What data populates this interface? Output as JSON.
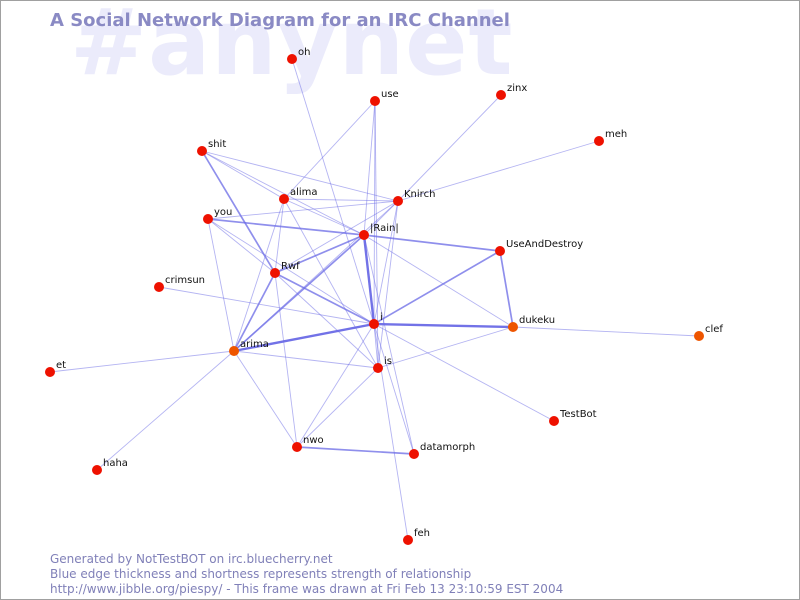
{
  "watermark": "#anynet",
  "title": "A Social Network Diagram for an IRC Channel",
  "colors": {
    "edge": "#6a6ae6",
    "node": "#ee1100",
    "node_alt": "#ee5500",
    "title": "#8a8ac4",
    "watermark": "#ebebfb"
  },
  "nodes": [
    {
      "id": "oh",
      "label": "oh"
    },
    {
      "id": "use",
      "label": "use"
    },
    {
      "id": "zinx",
      "label": "zinx"
    },
    {
      "id": "meh",
      "label": "meh"
    },
    {
      "id": "shit",
      "label": "shit"
    },
    {
      "id": "alima",
      "label": "alima"
    },
    {
      "id": "Knirch",
      "label": "Knirch"
    },
    {
      "id": "you",
      "label": "you"
    },
    {
      "id": "Rain",
      "label": "|Rain|"
    },
    {
      "id": "UseAndDestroy",
      "label": "UseAndDestroy"
    },
    {
      "id": "Rwf",
      "label": "Rwf"
    },
    {
      "id": "crimsun",
      "label": "crimsun"
    },
    {
      "id": "i",
      "label": "i"
    },
    {
      "id": "dukeku",
      "label": "dukeku",
      "alt": true
    },
    {
      "id": "clef",
      "label": "clef",
      "alt": true
    },
    {
      "id": "arima",
      "label": "arima",
      "alt": true
    },
    {
      "id": "et",
      "label": "et"
    },
    {
      "id": "is",
      "label": "is"
    },
    {
      "id": "TestBot",
      "label": "TestBot"
    },
    {
      "id": "nwo",
      "label": "nwo"
    },
    {
      "id": "datamorph",
      "label": "datamorph"
    },
    {
      "id": "haha",
      "label": "haha"
    },
    {
      "id": "feh",
      "label": "feh"
    }
  ],
  "edges": [
    {
      "from": "oh",
      "to": "i",
      "strength": 1
    },
    {
      "from": "use",
      "to": "alima",
      "strength": 1
    },
    {
      "from": "use",
      "to": "Rain",
      "strength": 1
    },
    {
      "from": "use",
      "to": "is",
      "strength": 1
    },
    {
      "from": "use",
      "to": "i",
      "strength": 1
    },
    {
      "from": "zinx",
      "to": "Knirch",
      "strength": 1
    },
    {
      "from": "meh",
      "to": "Knirch",
      "strength": 1
    },
    {
      "from": "shit",
      "to": "alima",
      "strength": 1
    },
    {
      "from": "shit",
      "to": "Knirch",
      "strength": 1
    },
    {
      "from": "shit",
      "to": "Rain",
      "strength": 1
    },
    {
      "from": "shit",
      "to": "Rwf",
      "strength": 2
    },
    {
      "from": "alima",
      "to": "Knirch",
      "strength": 1
    },
    {
      "from": "alima",
      "to": "Rain",
      "strength": 1
    },
    {
      "from": "alima",
      "to": "Rwf",
      "strength": 1
    },
    {
      "from": "alima",
      "to": "arima",
      "strength": 1
    },
    {
      "from": "alima",
      "to": "is",
      "strength": 1
    },
    {
      "from": "Knirch",
      "to": "you",
      "strength": 1
    },
    {
      "from": "Knirch",
      "to": "Rain",
      "strength": 1
    },
    {
      "from": "Knirch",
      "to": "Rwf",
      "strength": 1
    },
    {
      "from": "Knirch",
      "to": "i",
      "strength": 1
    },
    {
      "from": "Knirch",
      "to": "arima",
      "strength": 1
    },
    {
      "from": "Knirch",
      "to": "is",
      "strength": 1
    },
    {
      "from": "you",
      "to": "Rain",
      "strength": 2
    },
    {
      "from": "you",
      "to": "Rwf",
      "strength": 1
    },
    {
      "from": "you",
      "to": "i",
      "strength": 1
    },
    {
      "from": "you",
      "to": "arima",
      "strength": 1
    },
    {
      "from": "Rain",
      "to": "UseAndDestroy",
      "strength": 2
    },
    {
      "from": "Rain",
      "to": "Rwf",
      "strength": 2
    },
    {
      "from": "Rain",
      "to": "i",
      "strength": 3
    },
    {
      "from": "Rain",
      "to": "arima",
      "strength": 2
    },
    {
      "from": "Rain",
      "to": "dukeku",
      "strength": 1
    },
    {
      "from": "Rain",
      "to": "datamorph",
      "strength": 1
    },
    {
      "from": "UseAndDestroy",
      "to": "i",
      "strength": 2
    },
    {
      "from": "UseAndDestroy",
      "to": "dukeku",
      "strength": 2
    },
    {
      "from": "Rwf",
      "to": "i",
      "strength": 2
    },
    {
      "from": "Rwf",
      "to": "arima",
      "strength": 2
    },
    {
      "from": "Rwf",
      "to": "is",
      "strength": 1
    },
    {
      "from": "Rwf",
      "to": "nwo",
      "strength": 1
    },
    {
      "from": "crimsun",
      "to": "i",
      "strength": 1
    },
    {
      "from": "i",
      "to": "dukeku",
      "strength": 3
    },
    {
      "from": "i",
      "to": "arima",
      "strength": 3
    },
    {
      "from": "i",
      "to": "is",
      "strength": 1
    },
    {
      "from": "i",
      "to": "TestBot",
      "strength": 1
    },
    {
      "from": "i",
      "to": "nwo",
      "strength": 1
    },
    {
      "from": "i",
      "to": "datamorph",
      "strength": 1
    },
    {
      "from": "i",
      "to": "feh",
      "strength": 1
    },
    {
      "from": "dukeku",
      "to": "clef",
      "strength": 1
    },
    {
      "from": "dukeku",
      "to": "is",
      "strength": 1
    },
    {
      "from": "arima",
      "to": "et",
      "strength": 1
    },
    {
      "from": "arima",
      "to": "is",
      "strength": 1
    },
    {
      "from": "arima",
      "to": "nwo",
      "strength": 1
    },
    {
      "from": "arima",
      "to": "haha",
      "strength": 1
    },
    {
      "from": "is",
      "to": "nwo",
      "strength": 1
    },
    {
      "from": "nwo",
      "to": "datamorph",
      "strength": 2
    }
  ],
  "footer": {
    "line1": "Generated by NotTestBOT on irc.bluecherry.net",
    "line2": "Blue edge thickness and shortness represents strength of relationship",
    "line3": "http://www.jibble.org/piespy/ - This frame was drawn at Fri Feb 13 23:10:59 EST 2004"
  }
}
